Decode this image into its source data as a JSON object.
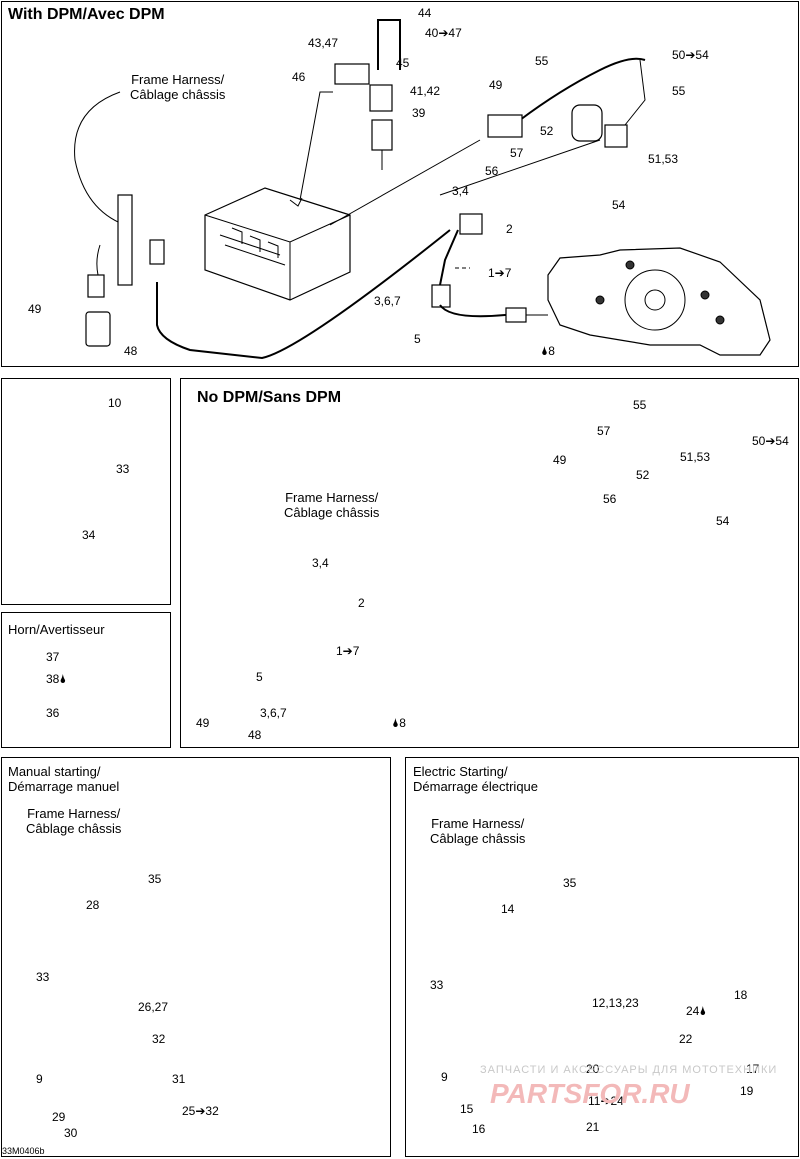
{
  "sections": {
    "with_dpm": "With DPM/Avec DPM",
    "no_dpm": "No DPM/Sans DPM",
    "horn": "Horn/Avertisseur",
    "manual_starting": [
      "Manual starting/",
      "Démarrage manuel"
    ],
    "electric_starting": [
      "Electric Starting/",
      "Démarrage électrique"
    ]
  },
  "harness_label": [
    "Frame Harness/",
    "Câblage châssis"
  ],
  "labels": {
    "top": [
      "44",
      "43,47",
      "40➔47",
      "46",
      "45",
      "41,42",
      "39",
      "55",
      "50➔54",
      "49",
      "55",
      "52",
      "57",
      "56",
      "51,53",
      "54",
      "3,4",
      "2",
      "1➔7",
      "3,6,7",
      "5",
      "8",
      "49",
      "48"
    ],
    "mid_left": [
      "10",
      "33",
      "34"
    ],
    "horn": [
      "37",
      "38",
      "36"
    ],
    "nodpm": [
      "55",
      "57",
      "50➔54",
      "49",
      "52",
      "51,53",
      "56",
      "54",
      "3,4",
      "2",
      "1➔7",
      "5",
      "3,6,7",
      "49",
      "8",
      "48"
    ],
    "manual": [
      "35",
      "28",
      "33",
      "26,27",
      "32",
      "9",
      "31",
      "29",
      "30",
      "25➔32"
    ],
    "electric": [
      "35",
      "14",
      "33",
      "12,13,23",
      "18",
      "24",
      "22",
      "9",
      "20",
      "17",
      "19",
      "15",
      "11➔24",
      "16",
      "21"
    ]
  },
  "doc_id": "33M0406b",
  "watermark": {
    "line1": "ЗАПЧАСТИ И АКСЕССУАРЫ ДЛЯ МОТОТЕХНИКИ",
    "line2": "PARTSFOR.RU"
  }
}
